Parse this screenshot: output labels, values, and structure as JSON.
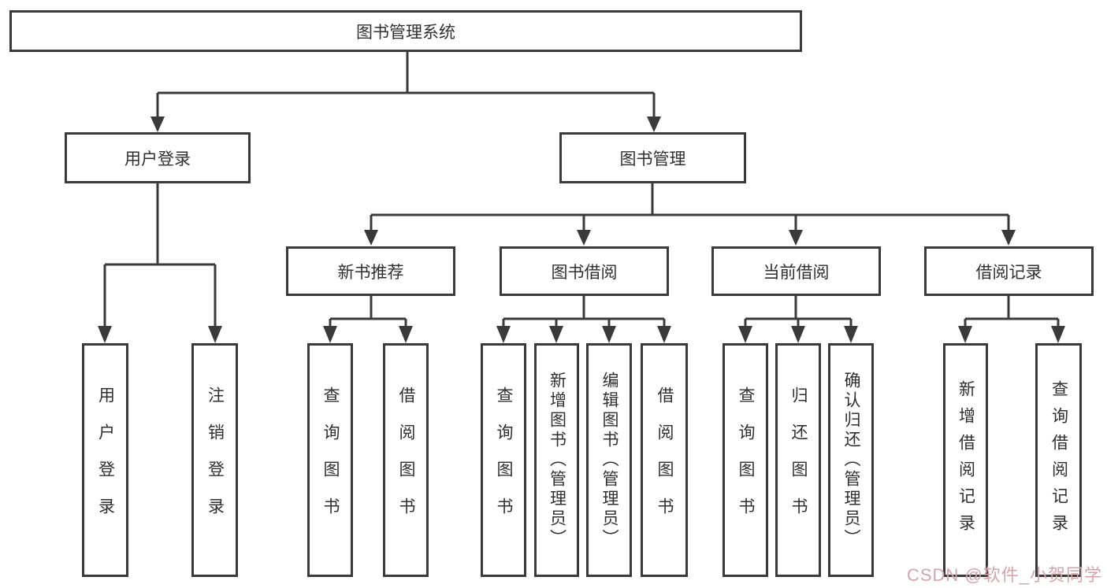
{
  "colors": {
    "line": "#3a3a3a",
    "box_bg": "#ffffff",
    "text": "#2f2f2f",
    "watermark": "#d7a3a7"
  },
  "watermark": {
    "text": "CSDN @软件_小贺同学"
  },
  "tree": {
    "root": {
      "label": "图书管理系统"
    },
    "branches": [
      {
        "label": "用户登录",
        "children": [
          "用户登录",
          "注销登录"
        ]
      },
      {
        "label": "图书管理",
        "groups": [
          {
            "label": "新书推荐",
            "children": [
              "查询图书",
              "借阅图书"
            ]
          },
          {
            "label": "图书借阅",
            "children": [
              "查询图书",
              "新增图书（管理员）",
              "编辑图书（管理员）",
              "借阅图书"
            ]
          },
          {
            "label": "当前借阅",
            "children": [
              "查询图书",
              "归还图书",
              "确认归还（管理员）"
            ]
          },
          {
            "label": "借阅记录",
            "children": [
              "新增借阅记录",
              "查询借阅记录"
            ]
          }
        ]
      }
    ]
  }
}
